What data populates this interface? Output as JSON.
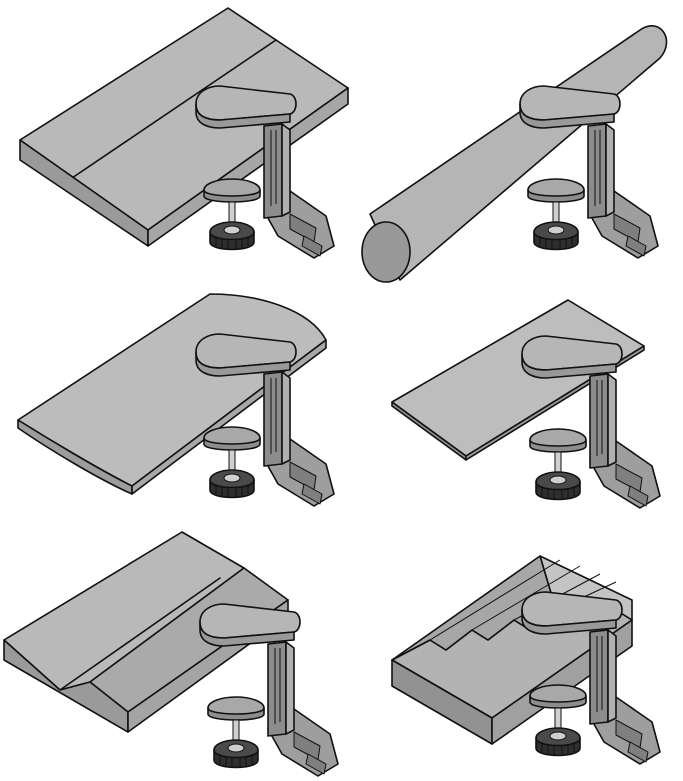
{
  "colors": {
    "background": "#ffffff",
    "surface_top": "#b9b9b9",
    "surface_side": "#9a9a9a",
    "surface_dark": "#7c7c7c",
    "clamp": "#a9a9a9",
    "clamp_dark": "#868686",
    "knob": "#3a3a3a",
    "outline": "#111111"
  },
  "panels": [
    {
      "id": "sloped-desk-edge"
    },
    {
      "id": "round-pipe"
    },
    {
      "id": "curved-desk-edge"
    },
    {
      "id": "thin-plate"
    },
    {
      "id": "stepped-desk-edge"
    },
    {
      "id": "grooved-block"
    }
  ]
}
